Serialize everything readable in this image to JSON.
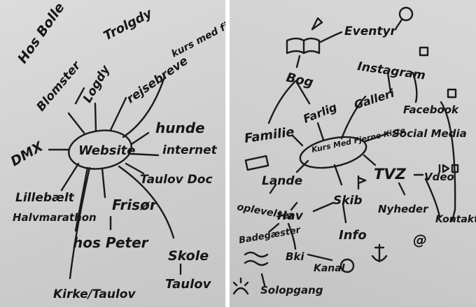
{
  "left": {
    "center": "Website",
    "labels": {
      "hos_bolle": "Hos Bolle",
      "trolgdy": "Trolgdy",
      "kurs_fjerne": "kurs med fjerne k.",
      "blomster": "Blomster",
      "logdy": "Logdy",
      "rejsebrev": "rejsebreve",
      "hunde": "hunde",
      "internet": "internet",
      "dmx": "DMX",
      "taulov_doc": "Taulov Doc",
      "lillebaelt": "Lillebælt",
      "halvmarathon": "Halvmarathon",
      "friser": "Frisør",
      "hos_peter": "hos Peter",
      "skole": "Skole",
      "taulov": "Taulov",
      "kirke": "Kirke/Taulov"
    }
  },
  "right": {
    "center": "Kurs Med Fjerne Kiste",
    "labels": {
      "eventyr": "Eventyr",
      "bog": "Bog",
      "instagram": "Instagram",
      "galleri": "Galleri",
      "facebook": "Facebook",
      "farlig": "Farlig",
      "familie": "Familie",
      "social_media": "Social Media",
      "lande": "Lande",
      "tvz": "TVZ",
      "vdeo": "Vdeo",
      "oplevelser": "oplevelser",
      "skib": "Skib",
      "nyheder": "Nyheder",
      "kontakt": "Kontakt",
      "hav": "Hav",
      "badegaster": "Badegæster",
      "info": "Info",
      "bki": "Bki",
      "kanal": "Kanal",
      "solopgang": "Solopgang"
    }
  }
}
